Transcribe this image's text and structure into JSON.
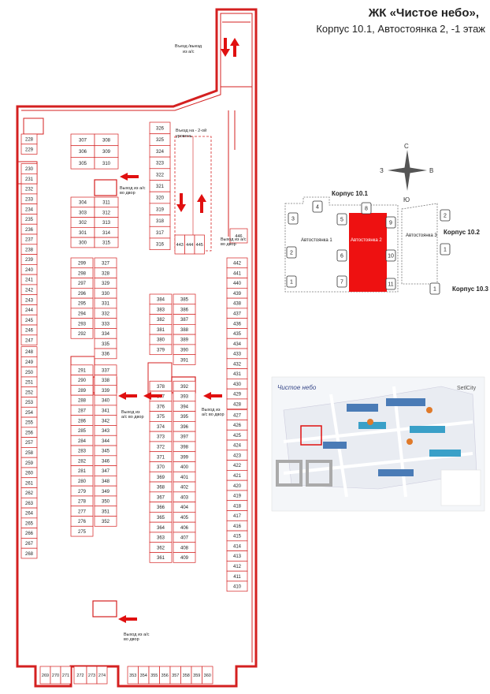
{
  "header": {
    "title": "ЖК «Чистое небо»,",
    "subtitle": "Корпус 10.1, Автостоянка 2, -1 этаж"
  },
  "plan": {
    "ramp_label_1": "Въезд /выезд",
    "ramp_label_2": "из а/с",
    "level2_label_1": "Въезд на - 2-ой",
    "level2_label_2": "уровень",
    "exit_labels": [
      [
        "Выход из а/с",
        "во двор"
      ],
      [
        "Выход из",
        "а/с во двор"
      ],
      [
        "Выход из",
        "а/с во двор"
      ],
      [
        "Выход из а/с",
        "во двор"
      ],
      [
        "Выход из а/с",
        "во двор"
      ]
    ],
    "spaces": {
      "left_column": [
        "228",
        "229",
        "230",
        "231",
        "232",
        "233",
        "234",
        "235",
        "236",
        "237",
        "238",
        "239",
        "240",
        "241",
        "242",
        "243",
        "244",
        "245",
        "246",
        "247",
        "248",
        "249",
        "250",
        "251",
        "252",
        "253",
        "254",
        "255",
        "256",
        "257",
        "258",
        "259",
        "260",
        "261",
        "262",
        "263",
        "264",
        "265",
        "266",
        "267",
        "268"
      ],
      "bottom_left": [
        "269",
        "270",
        "271",
        "272",
        "273",
        "274"
      ],
      "bottom_mid": [
        "353",
        "354",
        "355",
        "356",
        "357",
        "358",
        "359",
        "360"
      ],
      "right_column": [
        "442",
        "441",
        "440",
        "439",
        "438",
        "437",
        "436",
        "435",
        "434",
        "433",
        "432",
        "431",
        "430",
        "429",
        "428",
        "427",
        "426",
        "425",
        "424",
        "423",
        "422",
        "421",
        "420",
        "419",
        "418",
        "417",
        "416",
        "415",
        "414",
        "413",
        "412",
        "411",
        "410"
      ],
      "top_pairs": [
        [
          "307",
          "308"
        ],
        [
          "306",
          "309"
        ],
        [
          "305",
          "310"
        ]
      ],
      "mid_pairs": [
        [
          "304",
          "311"
        ],
        [
          "303",
          "312"
        ],
        [
          "302",
          "313"
        ],
        [
          "301",
          "314"
        ],
        [
          "300",
          "315"
        ]
      ],
      "stack_326": [
        "326",
        "325",
        "324",
        "323",
        "322",
        "321",
        "320",
        "319",
        "318",
        "317",
        "316"
      ],
      "extra_row": [
        "443",
        "444",
        "445"
      ],
      "extra_446": "446",
      "lc_pairs": [
        [
          "299",
          "327"
        ],
        [
          "298",
          "328"
        ],
        [
          "297",
          "329"
        ],
        [
          "296",
          "330"
        ],
        [
          "295",
          "331"
        ],
        [
          "294",
          "332"
        ],
        [
          "293",
          "333"
        ],
        [
          "292",
          "334"
        ],
        [
          "",
          "335"
        ],
        [
          "",
          "336"
        ],
        [
          "291",
          "337"
        ],
        [
          "290",
          "338"
        ],
        [
          "289",
          "339"
        ],
        [
          "288",
          "340"
        ],
        [
          "287",
          "341"
        ],
        [
          "286",
          "342"
        ],
        [
          "285",
          "343"
        ],
        [
          "284",
          "344"
        ],
        [
          "283",
          "345"
        ],
        [
          "282",
          "346"
        ],
        [
          "281",
          "347"
        ],
        [
          "280",
          "348"
        ],
        [
          "279",
          "349"
        ],
        [
          "278",
          "350"
        ],
        [
          "277",
          "351"
        ],
        [
          "276",
          "352"
        ],
        [
          "275",
          ""
        ]
      ],
      "rc_pairs": [
        [
          "384",
          "385"
        ],
        [
          "383",
          "386"
        ],
        [
          "382",
          "387"
        ],
        [
          "381",
          "388"
        ],
        [
          "380",
          "389"
        ],
        [
          "379",
          "390"
        ],
        [
          "",
          "391"
        ],
        [
          "",
          ""
        ],
        [
          "378",
          "392"
        ],
        [
          "377",
          "393"
        ],
        [
          "376",
          "394"
        ],
        [
          "375",
          "395"
        ],
        [
          "374",
          "396"
        ],
        [
          "373",
          "397"
        ],
        [
          "372",
          "398"
        ],
        [
          "371",
          "399"
        ],
        [
          "370",
          "400"
        ],
        [
          "369",
          "401"
        ],
        [
          "368",
          "402"
        ],
        [
          "367",
          "403"
        ],
        [
          "366",
          "404"
        ],
        [
          "365",
          "405"
        ],
        [
          "364",
          "406"
        ],
        [
          "363",
          "407"
        ],
        [
          "362",
          "408"
        ],
        [
          "361",
          "409"
        ]
      ]
    }
  },
  "site_map": {
    "compass": {
      "n": "С",
      "s": "Ю",
      "w": "З",
      "e": "В"
    },
    "building_101": "Корпус 10.1",
    "building_102": "Корпус 10.2",
    "building_103": "Корпус 10.3",
    "lot_1": "Автостоянка 1",
    "lot_2": "Автостоянка 2",
    "lot_3": "Автостоянка 3",
    "sections": [
      "1",
      "2",
      "3",
      "4",
      "5",
      "6",
      "7",
      "8",
      "9",
      "10",
      "11",
      "2",
      "1",
      "1"
    ],
    "highlight_color": "#ee1111"
  },
  "district_map": {
    "logo": "Чистое небо",
    "brand": "SetlCity"
  },
  "colors": {
    "plan": "#d42020",
    "text": "#222222"
  }
}
